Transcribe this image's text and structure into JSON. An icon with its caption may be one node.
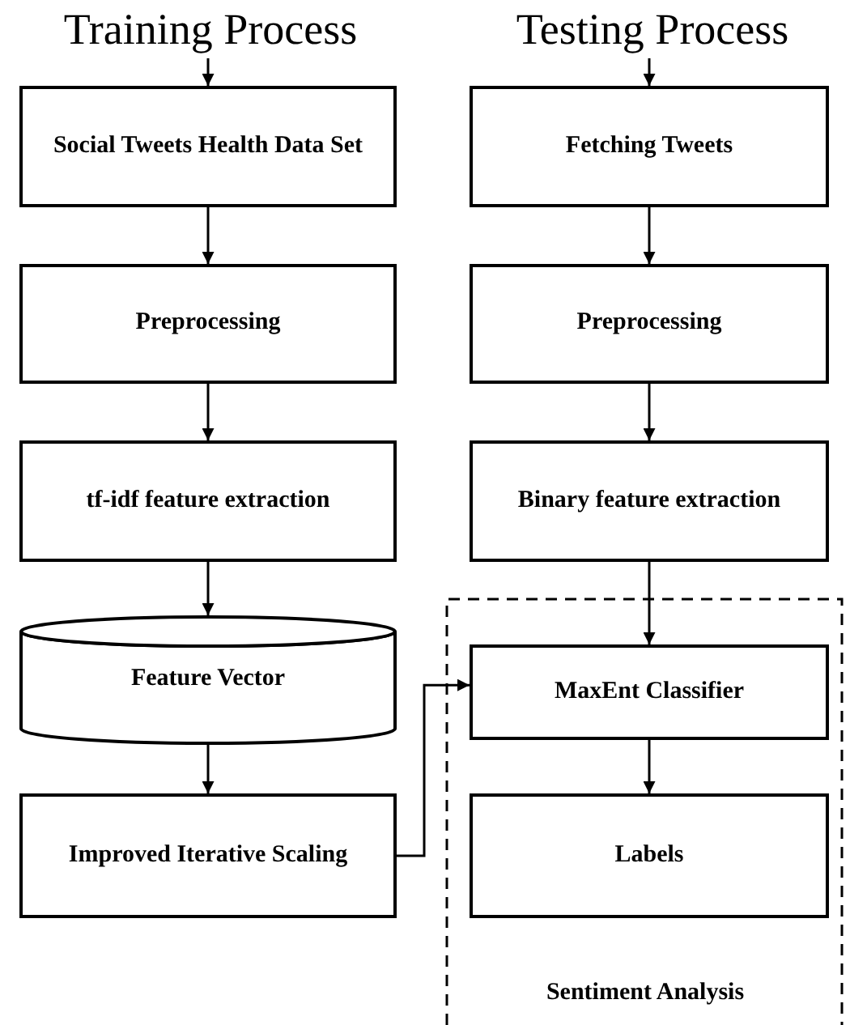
{
  "diagram": {
    "nodes": [
      {
        "text": [
          "Training Process"
        ]
      },
      {
        "text": [
          "Social Tweets Health Data Set"
        ]
      },
      {
        "text": [
          "Preprocessing"
        ]
      },
      {
        "text": [
          "tf-idf feature extraction"
        ]
      },
      {
        "text": [
          "Feature Vector"
        ]
      },
      {
        "text": [
          "Improved Iterative Scaling"
        ]
      },
      {
        "text": [
          "Testing Process"
        ]
      },
      {
        "text": [
          "Fetching Tweets"
        ]
      },
      {
        "text": [
          "Preprocessing"
        ]
      },
      {
        "text": [
          "Binary feature extraction"
        ]
      },
      {
        "text": [
          "Sentiment Analysis"
        ]
      },
      {
        "text": [
          "MaxEnt Classifier"
        ],
        "in": 10
      },
      {
        "text": [
          "Labels"
        ],
        "in": 10
      }
    ],
    "edges": [
      {
        "from": 0,
        "to": 1,
        "arrow": "to"
      },
      {
        "from": 1,
        "to": 2,
        "arrow": "to"
      },
      {
        "from": 2,
        "to": 3,
        "arrow": "to"
      },
      {
        "from": 3,
        "to": 4,
        "arrow": "to"
      },
      {
        "from": 4,
        "to": 5,
        "arrow": "to"
      },
      {
        "from": 5,
        "to": 11,
        "arrow": "to"
      },
      {
        "from": 6,
        "to": 7,
        "arrow": "to"
      },
      {
        "from": 7,
        "to": 8,
        "arrow": "to"
      },
      {
        "from": 8,
        "to": 9,
        "arrow": "to"
      },
      {
        "from": 9,
        "to": 11,
        "arrow": "to"
      },
      {
        "from": 11,
        "to": 12,
        "arrow": "to"
      }
    ]
  }
}
